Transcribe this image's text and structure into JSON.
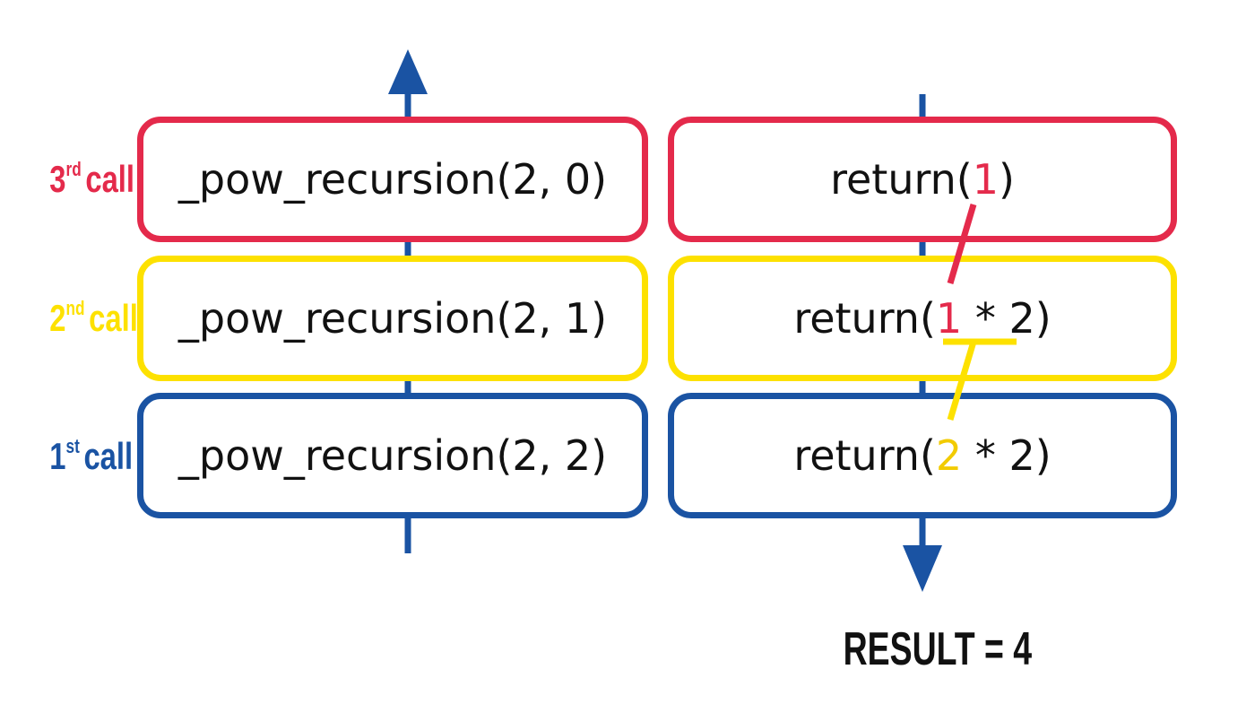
{
  "colors": {
    "red": "#e42a4b",
    "yellow": "#fde100",
    "blue": "#1a53a3",
    "text": "#111111"
  },
  "calls": [
    {
      "ordinal": "3",
      "suffix": "rd",
      "word": "call",
      "expr": "_pow_recursion(2, 0)"
    },
    {
      "ordinal": "2",
      "suffix": "nd",
      "word": "call",
      "expr": "_pow_recursion(2, 1)"
    },
    {
      "ordinal": "1",
      "suffix": "st",
      "word": "call",
      "expr": "_pow_recursion(2, 2)"
    }
  ],
  "returns": [
    {
      "prefix": "return(",
      "value": "1",
      "rest": ")"
    },
    {
      "prefix": "return(",
      "value": "1",
      "rest": " * 2)"
    },
    {
      "prefix": "return(",
      "value": "2",
      "rest": " * 2)"
    }
  ],
  "result": "RESULT = 4"
}
